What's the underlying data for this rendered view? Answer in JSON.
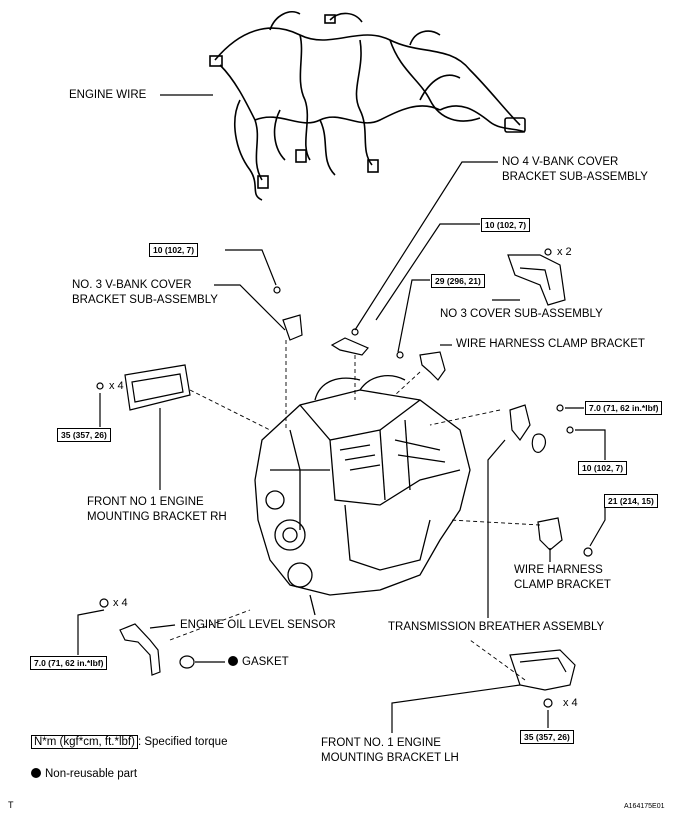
{
  "labels": {
    "engine_wire": "ENGINE WIRE",
    "no4_vbank_1": "NO  4 V-BANK COVER",
    "no4_vbank_2": "BRACKET SUB-ASSEMBLY",
    "no3_vbank_1": "NO. 3 V-BANK COVER",
    "no3_vbank_2": "BRACKET SUB-ASSEMBLY",
    "no3_cover": "NO  3 COVER SUB-ASSEMBLY",
    "wire_clamp_1": "WIRE HARNESS CLAMP BRACKET",
    "front_rh_1": "FRONT NO  1 ENGINE",
    "front_rh_2": "MOUNTING BRACKET RH",
    "wire_clamp_2a": "WIRE HARNESS",
    "wire_clamp_2b": "CLAMP BRACKET",
    "oil_sensor": "ENGINE OIL LEVEL SENSOR",
    "transmission": "TRANSMISSION BREATHER ASSEMBLY",
    "gasket": "GASKET",
    "front_lh_1": "FRONT NO. 1 ENGINE",
    "front_lh_2": "MOUNTING BRACKET LH"
  },
  "torque": {
    "t1": "10 (102, 7)",
    "t2": "10 (102, 7)",
    "t3": "29 (296, 21)",
    "t4": "7.0 (71, 62 in.*lbf)",
    "t5": "35 (357, 26)",
    "t6": "10 (102, 7)",
    "t7": "21 (214, 15)",
    "t8": "7.0 (71, 62 in.*lbf)",
    "t9": "35 (357, 26)"
  },
  "qty": {
    "q1": "x 2",
    "q2": "x 4",
    "q3": "x 4",
    "q4": "x 4"
  },
  "legend": {
    "unit": "N*m (kgf*cm, ft.*lbf)",
    "unit_desc": ": Specified torque",
    "non_reusable": "Non-reusable part"
  },
  "footer": {
    "left": "T",
    "code": "A164175E01"
  }
}
